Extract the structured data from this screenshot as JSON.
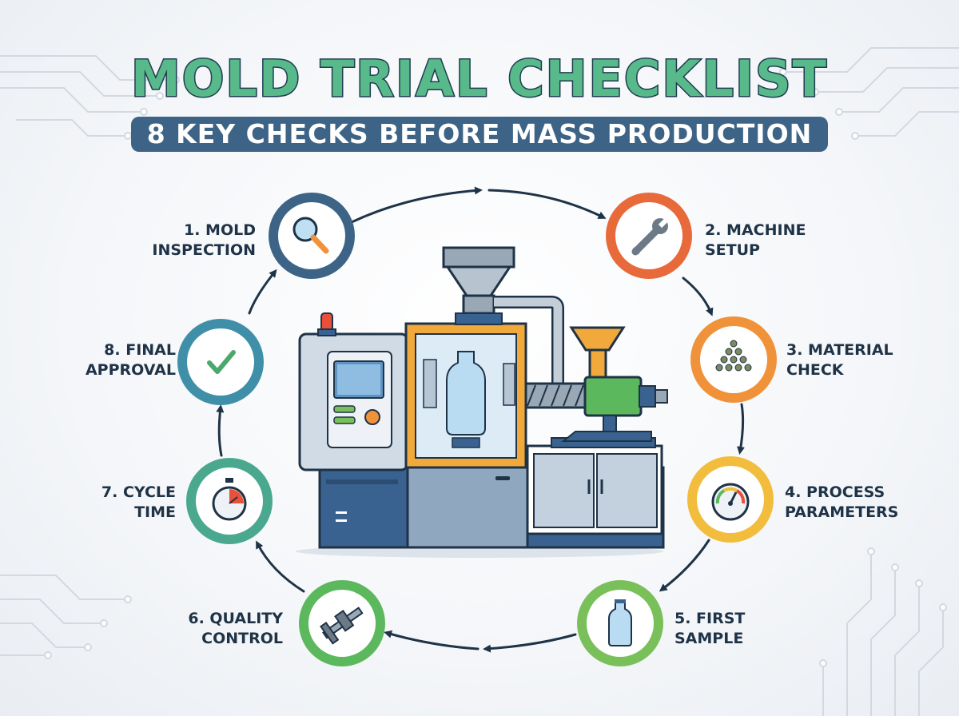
{
  "header": {
    "title": "MOLD TRIAL CHECKLIST",
    "subtitle": "8 KEY CHECKS BEFORE MASS PRODUCTION"
  },
  "steps": [
    {
      "line1": "1. MOLD",
      "line2": "INSPECTION",
      "icon": "magnifier-icon",
      "color": "#3d6486"
    },
    {
      "line1": "2. MACHINE",
      "line2": "SETUP",
      "icon": "wrench-icon",
      "color": "#e86a3a"
    },
    {
      "line1": "3. MATERIAL",
      "line2": "CHECK",
      "icon": "pellets-icon",
      "color": "#f0923a"
    },
    {
      "line1": "4. PROCESS",
      "line2": "PARAMETERS",
      "icon": "gauge-icon",
      "color": "#f2bd3c"
    },
    {
      "line1": "5. FIRST",
      "line2": "SAMPLE",
      "icon": "bottle-icon",
      "color": "#7ac05a"
    },
    {
      "line1": "6. QUALITY",
      "line2": "CONTROL",
      "icon": "caliper-icon",
      "color": "#5cb85c"
    },
    {
      "line1": "7. CYCLE",
      "line2": "TIME",
      "icon": "stopwatch-icon",
      "color": "#4aa88f"
    },
    {
      "line1": "8. FINAL",
      "line2": "APPROVAL",
      "icon": "checkmark-icon",
      "color": "#3f8fa8"
    }
  ],
  "colors": {
    "title_fill": "#58b98a",
    "title_outline": "#1f3d52",
    "subtitle_bg": "#3d6486",
    "label_text": "#1f3347",
    "arrow": "#1f3347"
  }
}
